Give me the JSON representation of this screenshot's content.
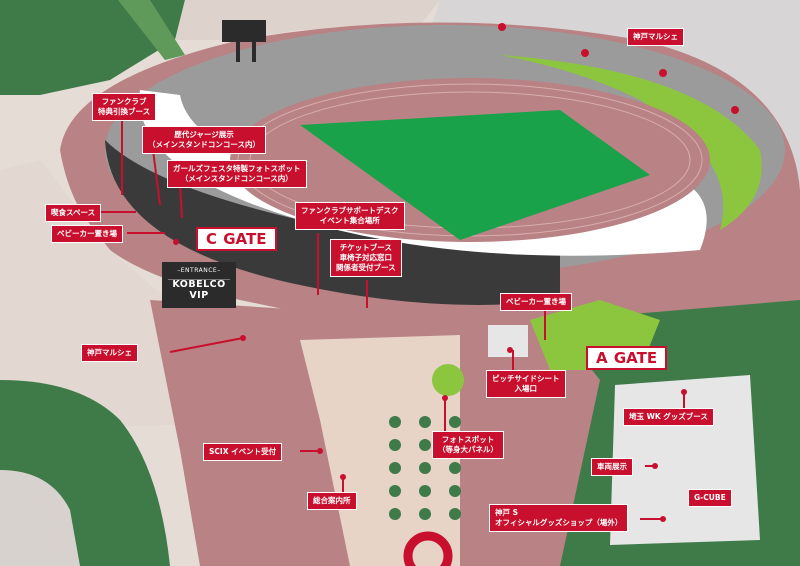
{
  "gates": {
    "c_gate": {
      "letter": "C",
      "word": "GATE"
    },
    "a_gate": {
      "letter": "A",
      "word": "GATE"
    }
  },
  "entrance": {
    "heading": "ENTRANCE",
    "name": "KOBELCO VIP"
  },
  "labels": {
    "fanclub_perks": "ファンクラブ\n特典引換ブース",
    "jersey_display": "歴代ジャージ展示\n（メインスタンドコンコース内）",
    "girls_fest_photo": "ガールズフェスタ特製フォトスポット\n（メインスタンドコンコース内）",
    "food_space": "喫食スペース",
    "stroller_left": "ベビーカー置き場",
    "fanclub_support": "ファンクラブサポートデスク\nイベント集合場所",
    "ticket_booth": "チケットブース\n車椅子対応窓口\n関係者受付ブース",
    "kobe_marche_top": "神戸マルシェ",
    "stroller_right": "ベビーカー置き場",
    "kobe_marche_left": "神戸マルシェ",
    "pitchside_seat": "ピッチサイドシート\n入場口",
    "saitama_wk_goods": "埼玉 WK グッズブース",
    "photo_spot": "フォトスポット\n（等身大パネル）",
    "scix_event": "SCIX イベント受付",
    "vehicle_display": "車両展示",
    "g_cube": "G-CUBE",
    "info_center": "総合案内所",
    "kobe_official_shop": "神戸 S\nオフィシャルグッズショップ（場外）"
  },
  "colors": {
    "accent_red": "#c8102e",
    "pitch_green": "#19a24a",
    "grass_green": "#8cc63f",
    "track": "#b87f80",
    "park_green": "#3f7a49",
    "plaza": "#e8d3c7",
    "stand_grey": "#9b9b9b"
  }
}
